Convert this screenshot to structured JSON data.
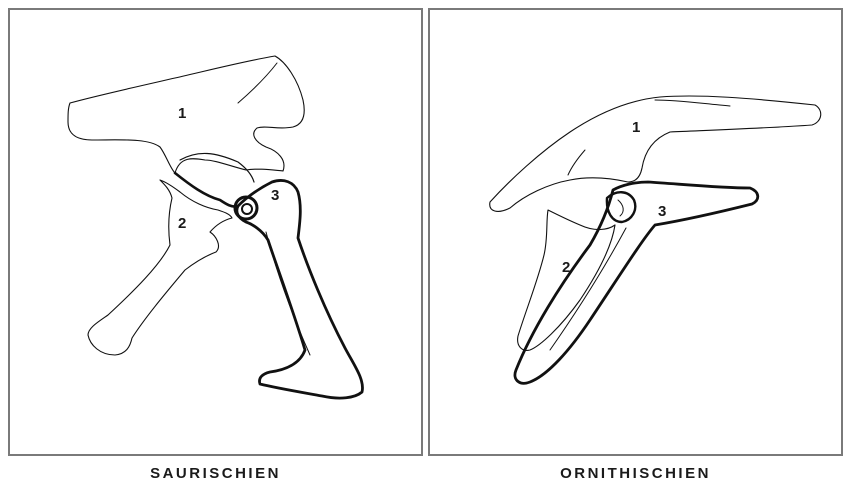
{
  "panels": [
    {
      "caption": "SAURISCHIEN",
      "labels": {
        "ilium": "1",
        "pubis": "2",
        "ischium": "3"
      }
    },
    {
      "caption": "ORNITHISCHIEN",
      "labels": {
        "ilium": "1",
        "pubis": "2",
        "ischium": "3"
      }
    }
  ]
}
